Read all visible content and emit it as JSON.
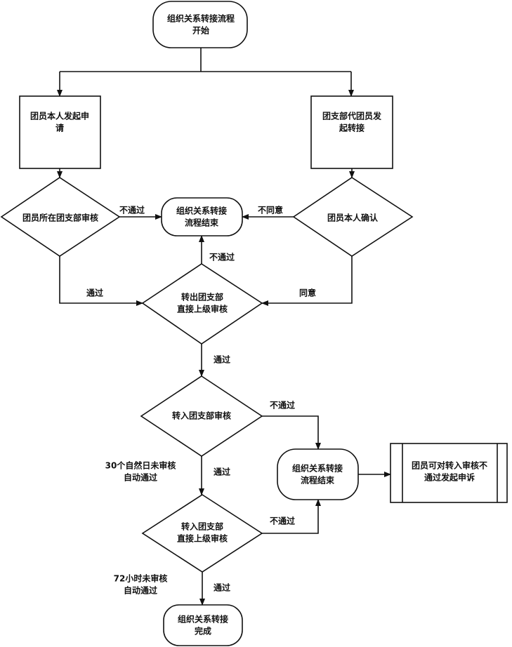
{
  "nodes": {
    "start": [
      "组织关系转接流程",
      "开始"
    ],
    "member_apply": [
      "团员本人发起申",
      "请"
    ],
    "branch_apply": [
      "团支部代团员发",
      "起转接"
    ],
    "branch_review": [
      "团员所在团支部审核"
    ],
    "member_confirm": [
      "团员本人确认"
    ],
    "end_top": [
      "组织关系转接",
      "流程结束"
    ],
    "out_upper_review": [
      "转出团支部",
      "直接上级审核"
    ],
    "in_branch_review": [
      "转入团支部审核"
    ],
    "end_mid": [
      "组织关系转接",
      "流程结束"
    ],
    "appeal": [
      "团员可对转入审核不",
      "通过发起申诉"
    ],
    "in_upper_review": [
      "转入团支部",
      "直接上级审核"
    ],
    "complete": [
      "组织关系转接",
      "完成"
    ]
  },
  "labels": {
    "reject_1": "不通过",
    "disagree": "不同意",
    "reject_2": "不通过",
    "pass_1": "通过",
    "agree": "同意",
    "pass_2": "通过",
    "reject_3": "不通过",
    "pass_3": "通过",
    "auto_30": [
      "30个自然日未审核",
      "自动通过"
    ],
    "reject_4": "不通过",
    "pass_4": "通过",
    "auto_72": [
      "72小时未审核",
      "自动通过"
    ]
  }
}
